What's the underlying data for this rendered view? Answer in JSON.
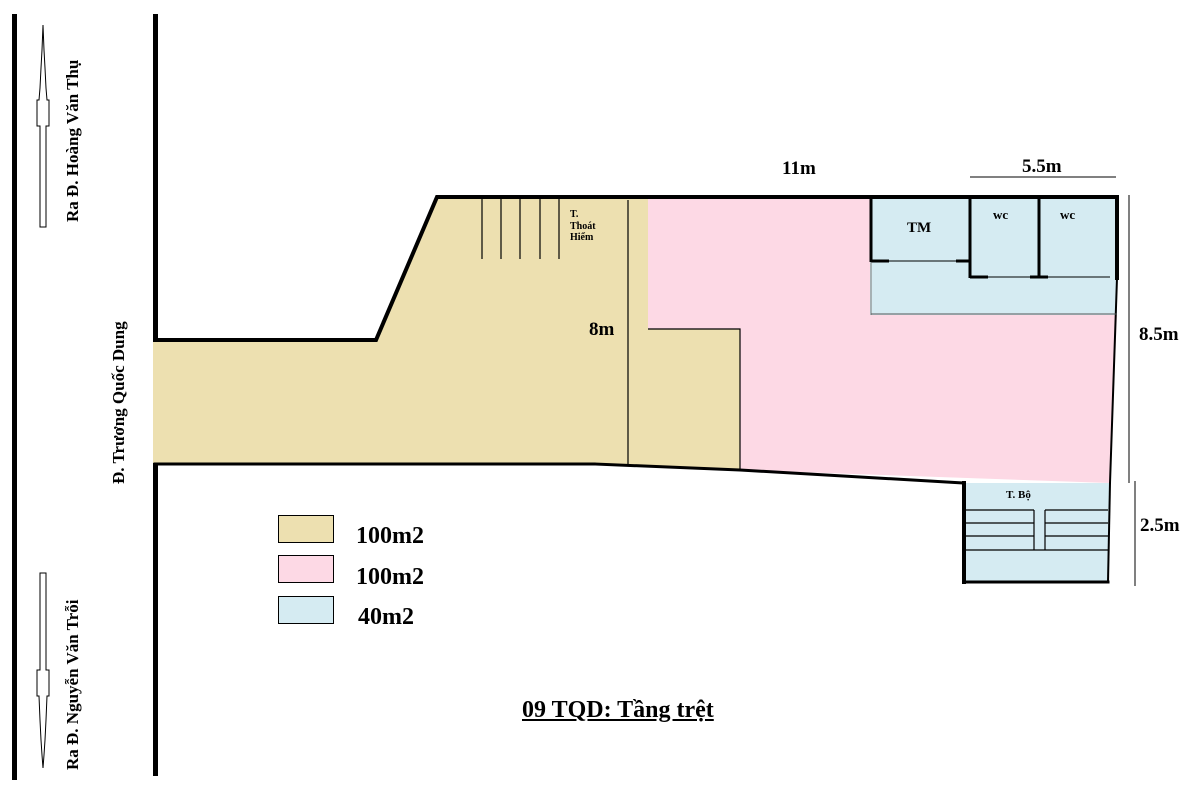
{
  "title": "09 TQD: Tầng trệt",
  "streets": {
    "top_exit": "Ra Đ. Hoàng Văn Thụ",
    "bottom_exit": "Ra Đ. Nguyễn Văn Trỗi",
    "main_street": "Đ. Trương Quốc Dung"
  },
  "dimensions": {
    "top_width": "11m",
    "right_top_width": "5.5m",
    "depth_left": "8m",
    "right_height": "8.5m",
    "stair_height": "2.5m"
  },
  "rooms": {
    "emergency_stair": [
      "T.",
      "Thoát",
      "Hiểm"
    ],
    "tm": "TM",
    "wc1": "wc",
    "wc2": "wc",
    "internal_stair": "T. Bộ"
  },
  "legend": [
    {
      "color": "#ede0b0",
      "label": "100m2"
    },
    {
      "color": "#fdd9e5",
      "label": "100m2"
    },
    {
      "color": "#d5ebf2",
      "label": "40m2"
    }
  ],
  "colors": {
    "beige": "#ede0b0",
    "pink": "#fdd9e5",
    "blue": "#d5ebf2",
    "wall": "#000000"
  }
}
